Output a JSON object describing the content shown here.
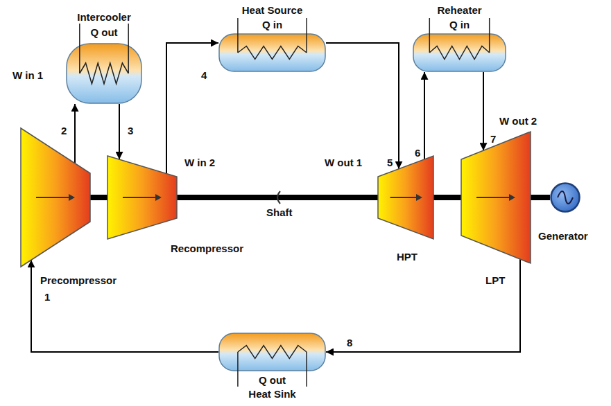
{
  "diagram": {
    "nodes": [
      {
        "text": [
          "Intercooler",
          "Q out"
        ]
      },
      {
        "text": [
          "Heat Source",
          "Q in"
        ]
      },
      {
        "text": [
          "Reheater",
          "Q in"
        ]
      },
      {
        "text": [
          "Precompressor"
        ]
      },
      {
        "text": [
          "Recompressor"
        ]
      },
      {
        "text": [
          "HPT"
        ]
      },
      {
        "text": [
          "LPT"
        ]
      },
      {
        "text": [
          "Generator"
        ]
      },
      {
        "text": [
          "Q out",
          "Heat Sink"
        ]
      }
    ],
    "edges": [
      {
        "from": 3,
        "to": 0,
        "arrow": "to"
      },
      {
        "from": 0,
        "to": 4,
        "arrow": "to"
      },
      {
        "from": 4,
        "to": 1,
        "arrow": "to"
      },
      {
        "from": 1,
        "to": 5,
        "arrow": "to"
      },
      {
        "from": 5,
        "to": 2,
        "arrow": "to"
      },
      {
        "from": 2,
        "to": 6,
        "arrow": "to"
      },
      {
        "from": 6,
        "to": 8,
        "arrow": "to"
      },
      {
        "from": 8,
        "to": 3,
        "arrow": "to"
      },
      {
        "from": 3,
        "to": 4,
        "arrow": "none"
      },
      {
        "from": 4,
        "to": 5,
        "arrow": "none"
      },
      {
        "from": 5,
        "to": 6,
        "arrow": "none"
      },
      {
        "from": 6,
        "to": 7,
        "arrow": "none"
      }
    ],
    "labels": [
      "W in 1",
      "2",
      "3",
      "4",
      "W in 2",
      "W out 1",
      "5",
      "6",
      "7",
      "W out 2",
      "Shaft",
      "8",
      "1"
    ]
  }
}
